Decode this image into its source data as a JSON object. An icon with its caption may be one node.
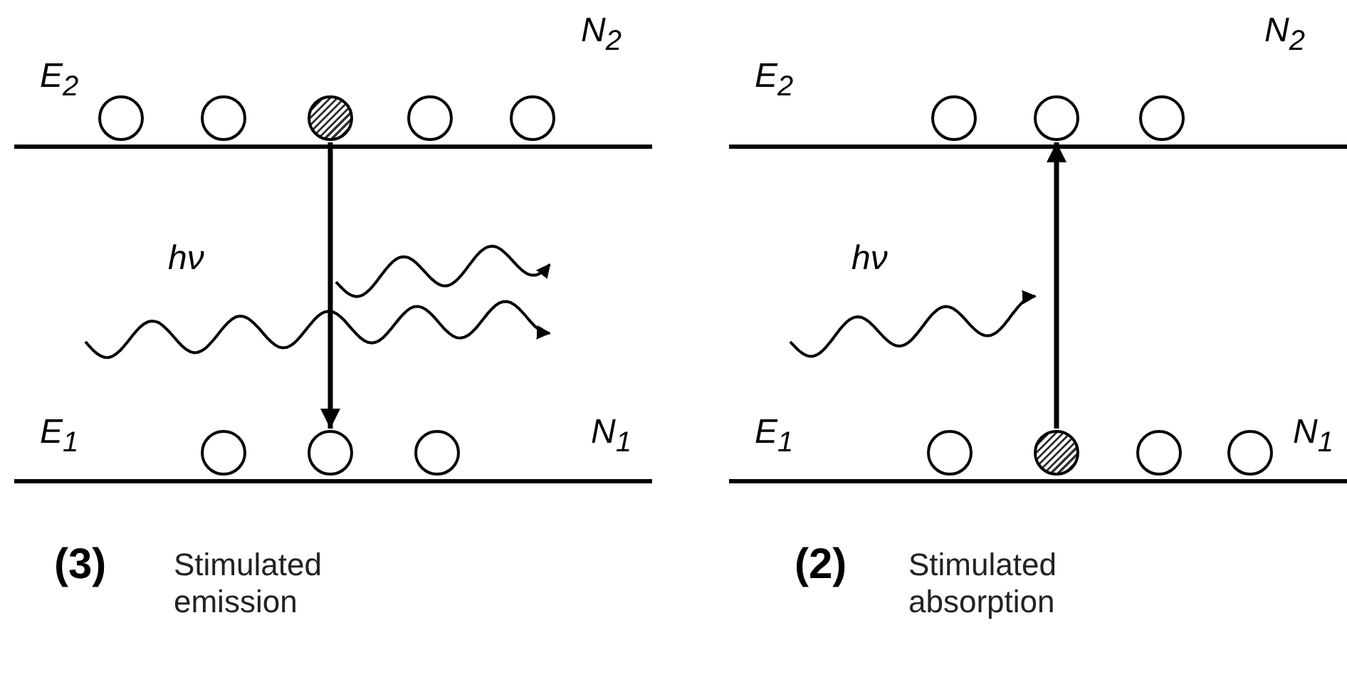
{
  "diagram": {
    "nodes": [
      {
        "text": [],
        "shape": "circle"
      },
      {
        "text": [],
        "shape": "circle"
      },
      {
        "text": [],
        "shape": "circle"
      },
      {
        "text": [],
        "shape": "circle"
      },
      {
        "text": [],
        "shape": "circle"
      },
      {
        "text": [],
        "shape": "circle"
      },
      {
        "text": [],
        "shape": "circle"
      },
      {
        "text": [],
        "shape": "circle"
      },
      {
        "text": [],
        "shape": "circle"
      },
      {
        "text": [],
        "shape": "circle"
      },
      {
        "text": [],
        "shape": "circle"
      },
      {
        "text": [],
        "shape": "circle"
      },
      {
        "text": [],
        "shape": "circle"
      },
      {
        "text": [],
        "shape": "circle"
      },
      {
        "text": [],
        "shape": "circle"
      }
    ],
    "edges": [
      {
        "from": 2,
        "to": 6,
        "arrow": "to"
      },
      {
        "from": 12,
        "to": 9,
        "arrow": "to"
      }
    ],
    "labels": [
      "E$_{2}$",
      "N$_{2}$",
      "E$_{2}$",
      "N$_{2}$",
      "hν",
      "hν",
      "E$_{1}$",
      "N$_{1}$",
      "E$_{1}$",
      "N$_{1}$",
      "(3)",
      "Stimulated emission",
      "(2)",
      "Stimulated absorption"
    ]
  }
}
